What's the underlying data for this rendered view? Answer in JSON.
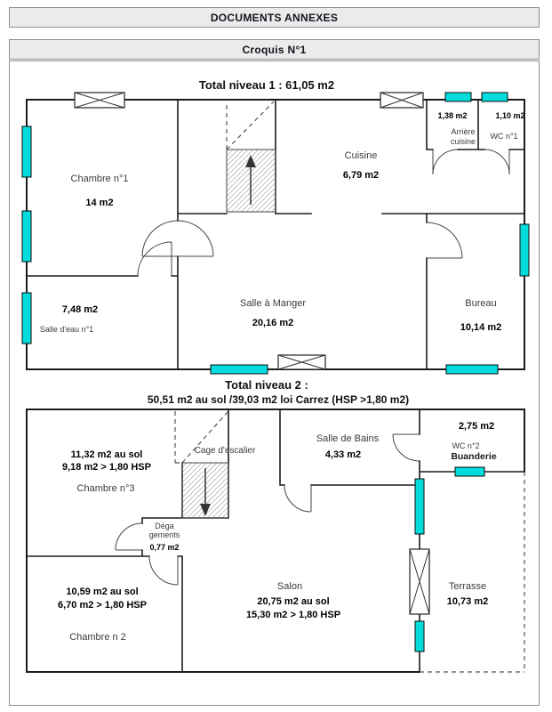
{
  "colors": {
    "window": "#00dcdc",
    "terrasse_area_text": "#3f7f2f"
  },
  "header": {
    "title": "DOCUMENTS ANNEXES"
  },
  "subheader": {
    "title": "Croquis N°1"
  },
  "level1": {
    "title": "Total niveau 1 : 61,05 m2",
    "rooms": {
      "chambre1": {
        "name": "Chambre n°1",
        "area": "14 m2"
      },
      "cuisine": {
        "name": "Cuisine",
        "area": "6,79 m2"
      },
      "arriere_cuisine": {
        "name_line1": "Arrière",
        "name_line2": "cuisine",
        "area": "1,38 m2"
      },
      "wc1": {
        "name": "WC n°1",
        "area": "1,10 m2"
      },
      "salle_a_manger": {
        "name": "Salle à Manger",
        "area": "20,16 m2"
      },
      "salle_eau1": {
        "name": "Salle d'eau n°1",
        "area": "7,48 m2"
      },
      "bureau": {
        "name": "Bureau",
        "area": "10,14 m2"
      }
    }
  },
  "level2": {
    "title_line1": "Total niveau 2 :",
    "title_line2": "50,51 m2 au sol /39,03 m2 loi Carrez (HSP >1,80 m2)",
    "rooms": {
      "cage_escalier": {
        "name": "Cage d'escalier"
      },
      "salle_de_bains": {
        "name": "Salle de Bains",
        "area": "4,33 m2"
      },
      "wc2": {
        "name": "WC n°2",
        "area": "2,75 m2"
      },
      "buanderie": {
        "name": "Buanderie"
      },
      "chambre3": {
        "name": "Chambre n°3",
        "area_sol": "11,32 m2 au sol",
        "area_hsp": "9,18 m2 > 1,80 HSP"
      },
      "degagements": {
        "name_line1": "Déga",
        "name_line2": "gements",
        "area": "0,77 m2"
      },
      "chambre2": {
        "name": "Chambre n 2",
        "area_sol": "10,59 m2 au sol",
        "area_hsp": "6,70 m2 > 1,80 HSP"
      },
      "salon": {
        "name": "Salon",
        "area_sol": "20,75 m2 au sol",
        "area_hsp": "15,30 m2 > 1,80 HSP"
      },
      "terrasse": {
        "name": "Terrasse",
        "area": "10,73 m2"
      }
    }
  }
}
